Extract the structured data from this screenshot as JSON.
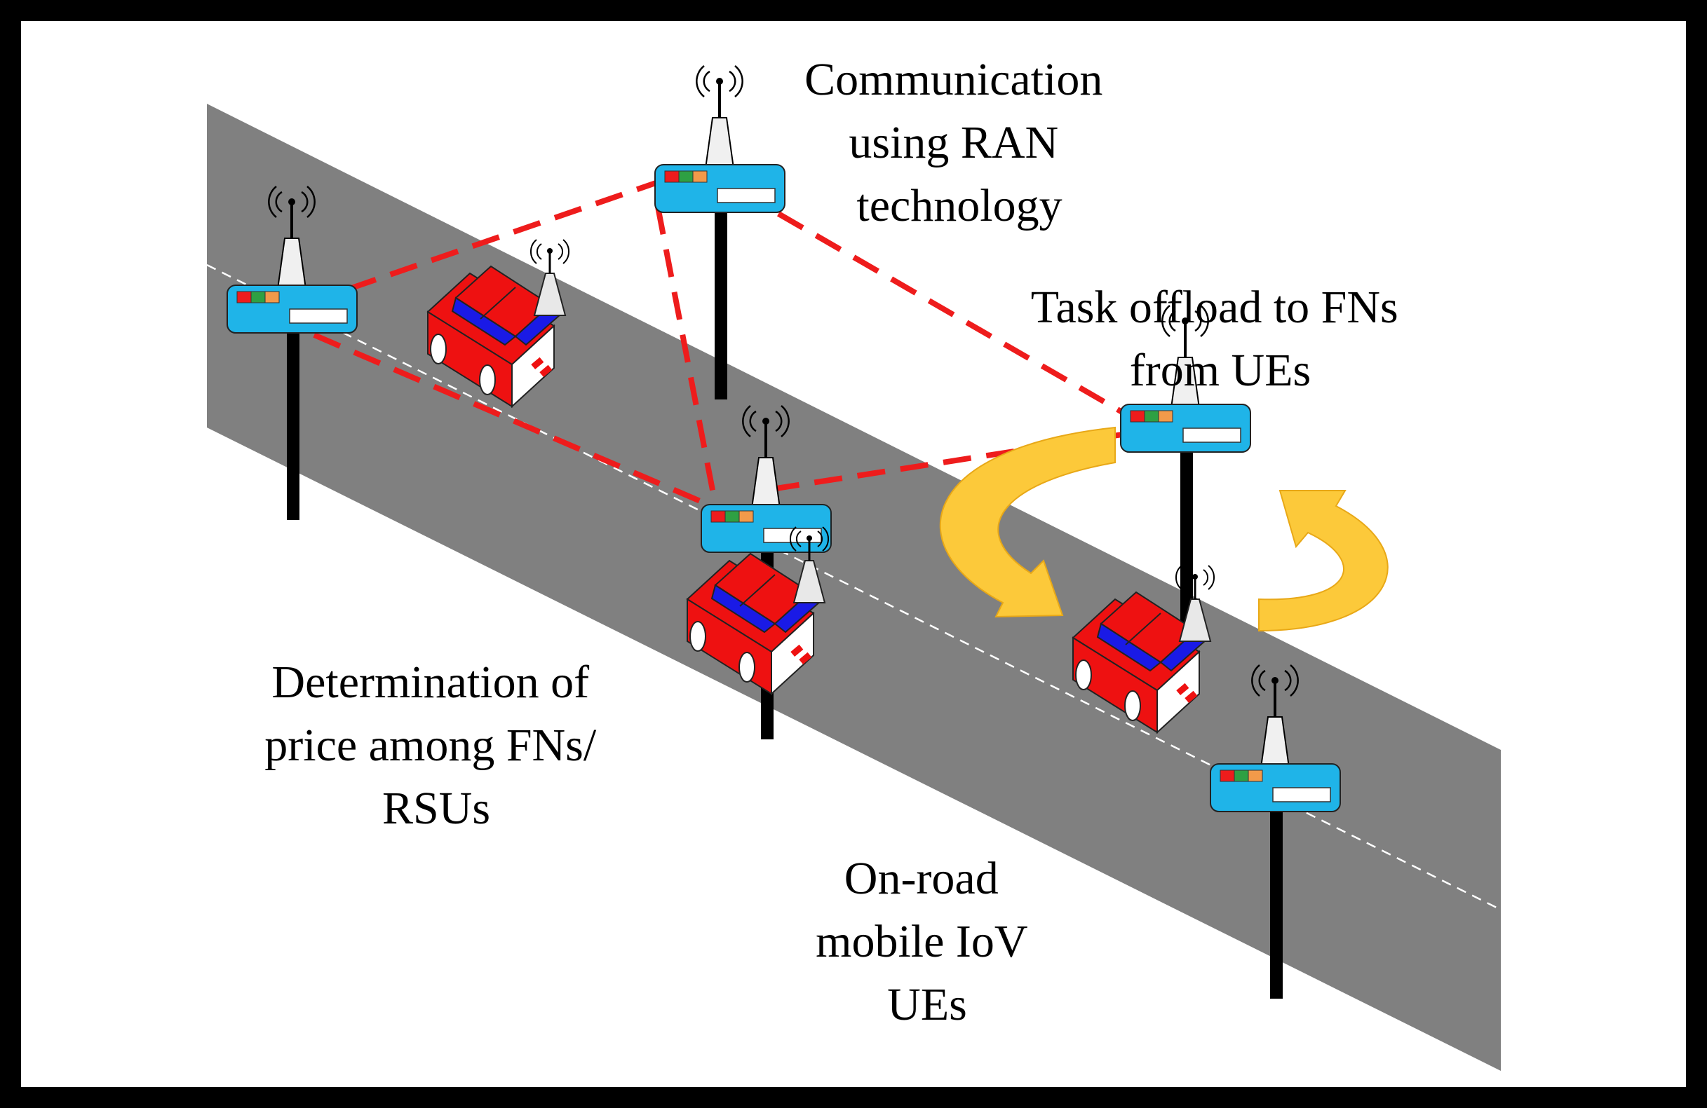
{
  "labels": {
    "communication": [
      "Communication",
      "using RAN",
      "technology"
    ],
    "task_offload": [
      "Task offload to FNs",
      "from UEs"
    ],
    "price": [
      "Determination of",
      "price among FNs/",
      "RSUs"
    ],
    "mobile": [
      "On-road",
      "mobile IoV",
      "UEs"
    ]
  },
  "icons": {
    "rsu": "roadside-unit-icon",
    "car": "vehicle-icon",
    "antenna": "antenna-icon",
    "offload_arrow": "curved-arrow-icon"
  },
  "colors": {
    "road": "#808080",
    "lane_marking": "#ffffff",
    "link": "#ee1c1c",
    "rsu_body": "#1fb4e8",
    "car_body": "#ee1111",
    "car_window": "#1a1ae6",
    "arrow": "#fcc93a",
    "frame": "#000000"
  }
}
